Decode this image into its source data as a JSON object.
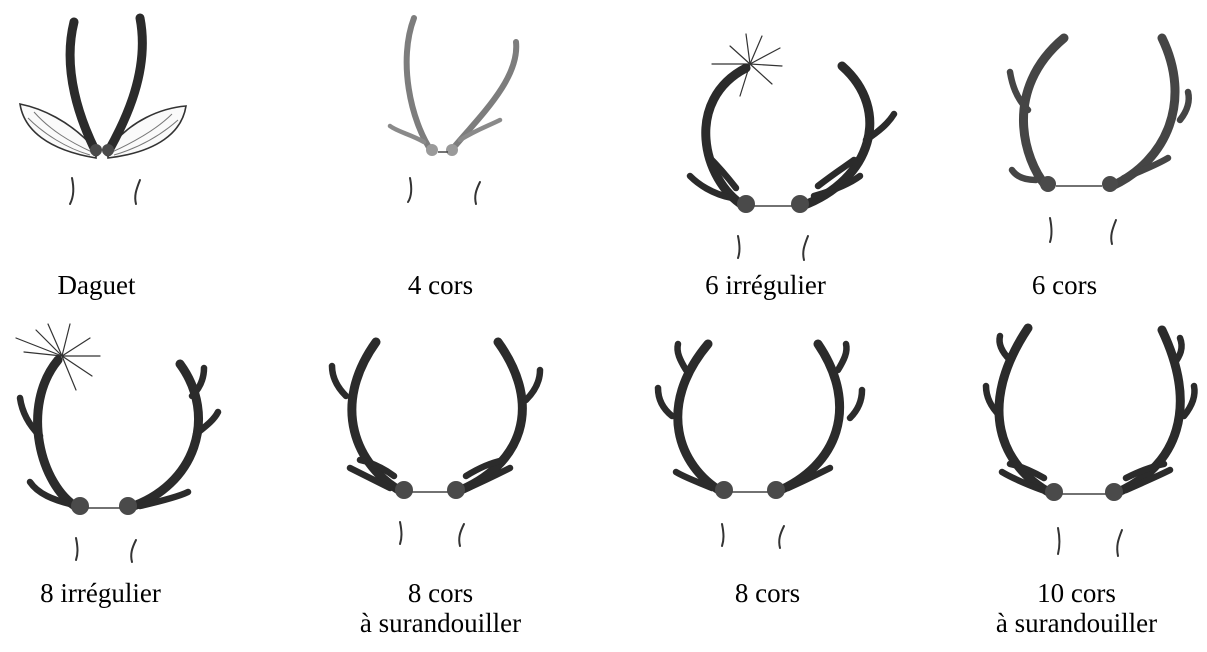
{
  "labels": {
    "daguet": "Daguet",
    "four_cors": "4 cors",
    "six_irregular": "6 irrégulier",
    "six_cors": "6 cors",
    "eight_irregular": "8 irrégulier",
    "eight_sur_line1": "8 cors",
    "eight_sur_line2": "à surandouiller",
    "eight_cors": "8 cors",
    "ten_sur_line1": "10 cors",
    "ten_sur_line2": "à surandouiller"
  }
}
